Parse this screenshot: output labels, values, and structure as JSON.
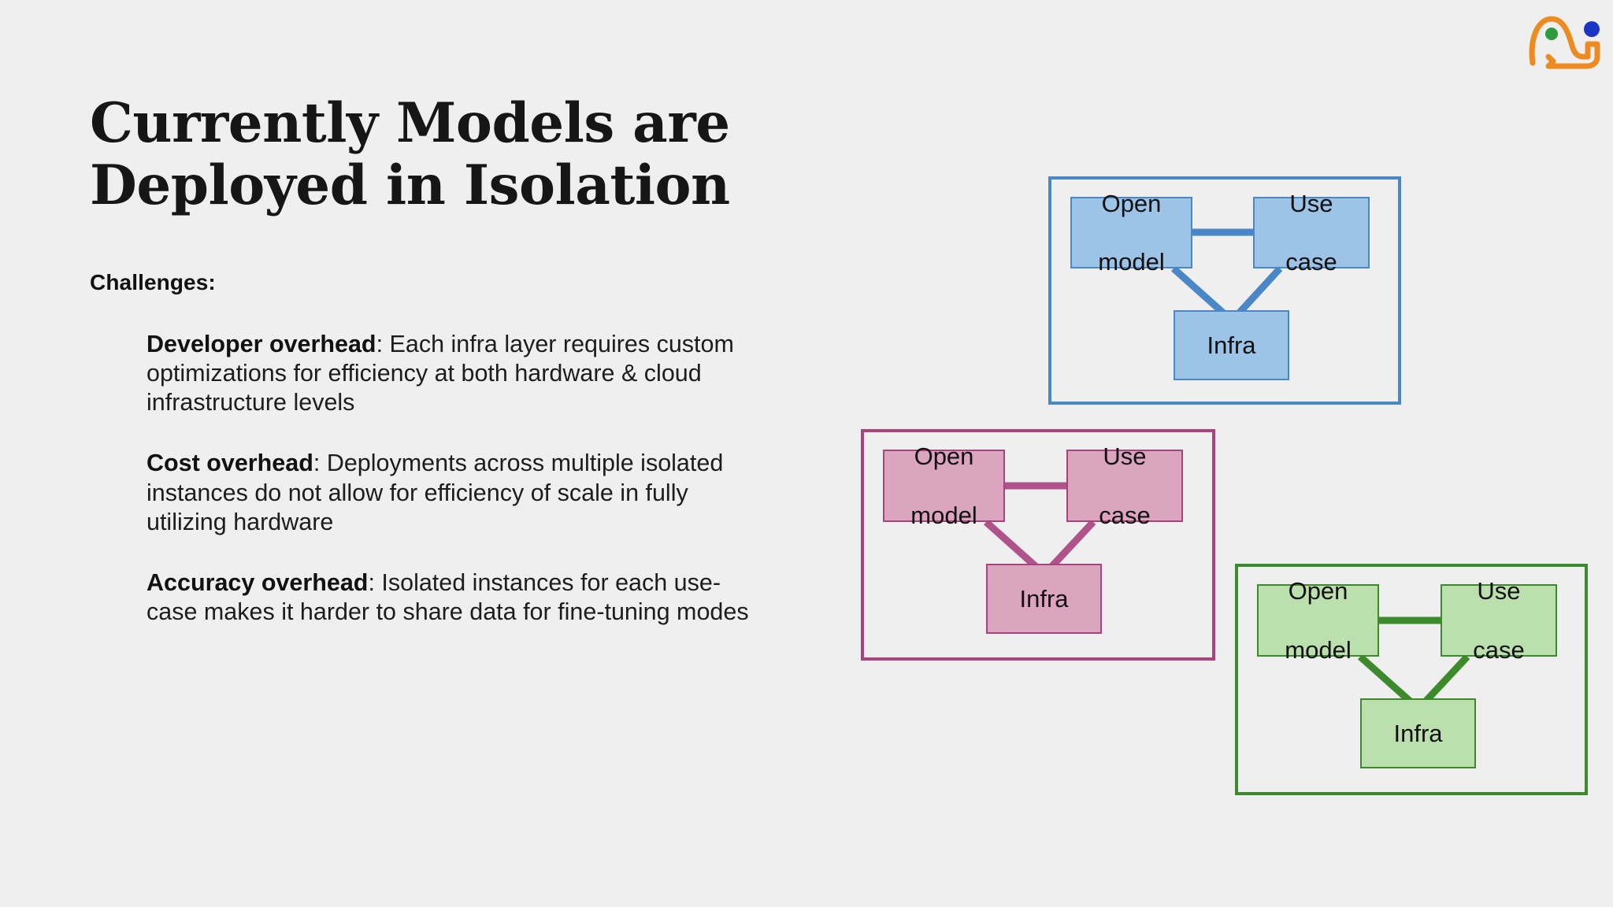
{
  "slide": {
    "title_line1": "Currently Models are",
    "title_line2": "Deployed in Isolation",
    "challenges_label": "Challenges:",
    "bullets": [
      {
        "lead": "Developer overhead",
        "body": ": Each infra layer requires custom optimizations for efficiency at both hardware & cloud infrastructure levels"
      },
      {
        "lead": "Cost overhead",
        "body": ": Deployments across multiple isolated instances do not allow for efficiency of scale in fully utilizing hardware"
      },
      {
        "lead": "Accuracy overhead",
        "body": ": Isolated instances for each use-case makes it harder to share data for fine-tuning modes"
      }
    ]
  },
  "logo": {
    "name": "company-logo",
    "stroke_color": "#ED8B23",
    "dot_green": "#2E9B3E",
    "dot_blue": "#1B35C4"
  },
  "diagram": {
    "groups": [
      {
        "id": "blue",
        "color_border": "#4a87c7",
        "color_fill": "#9dc3e6",
        "nodes": {
          "open_model_line1": "Open",
          "open_model_line2": "model",
          "use_case_line1": "Use",
          "use_case_line2": "case",
          "infra": "Infra"
        }
      },
      {
        "id": "pink",
        "color_border": "#a8437b",
        "color_fill": "#dba5c0",
        "nodes": {
          "open_model_line1": "Open",
          "open_model_line2": "model",
          "use_case_line1": "Use",
          "use_case_line2": "case",
          "infra": "Infra"
        }
      },
      {
        "id": "green",
        "color_border": "#3c8a2b",
        "color_fill": "#bcdfae",
        "nodes": {
          "open_model_line1": "Open",
          "open_model_line2": "model",
          "use_case_line1": "Use",
          "use_case_line2": "case",
          "infra": "Infra"
        }
      }
    ]
  },
  "theme": {
    "background": "#efefef",
    "title_color": "#161616",
    "body_color": "#1d1d1d"
  }
}
